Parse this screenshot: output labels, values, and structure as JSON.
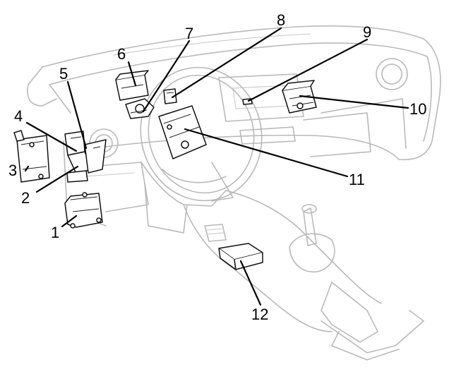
{
  "figure": {
    "callouts": [
      {
        "id": "1",
        "label": "1"
      },
      {
        "id": "2",
        "label": "2"
      },
      {
        "id": "3",
        "label": "3"
      },
      {
        "id": "4",
        "label": "4"
      },
      {
        "id": "5",
        "label": "5"
      },
      {
        "id": "6",
        "label": "6"
      },
      {
        "id": "7",
        "label": "7"
      },
      {
        "id": "8",
        "label": "8"
      },
      {
        "id": "9",
        "label": "9"
      },
      {
        "id": "10",
        "label": "10"
      },
      {
        "id": "11",
        "label": "11"
      },
      {
        "id": "12",
        "label": "12"
      }
    ]
  },
  "colors": {
    "outline": "#b9b9b9",
    "part_stroke": "#111111",
    "label": "#000000",
    "background": "#ffffff"
  }
}
